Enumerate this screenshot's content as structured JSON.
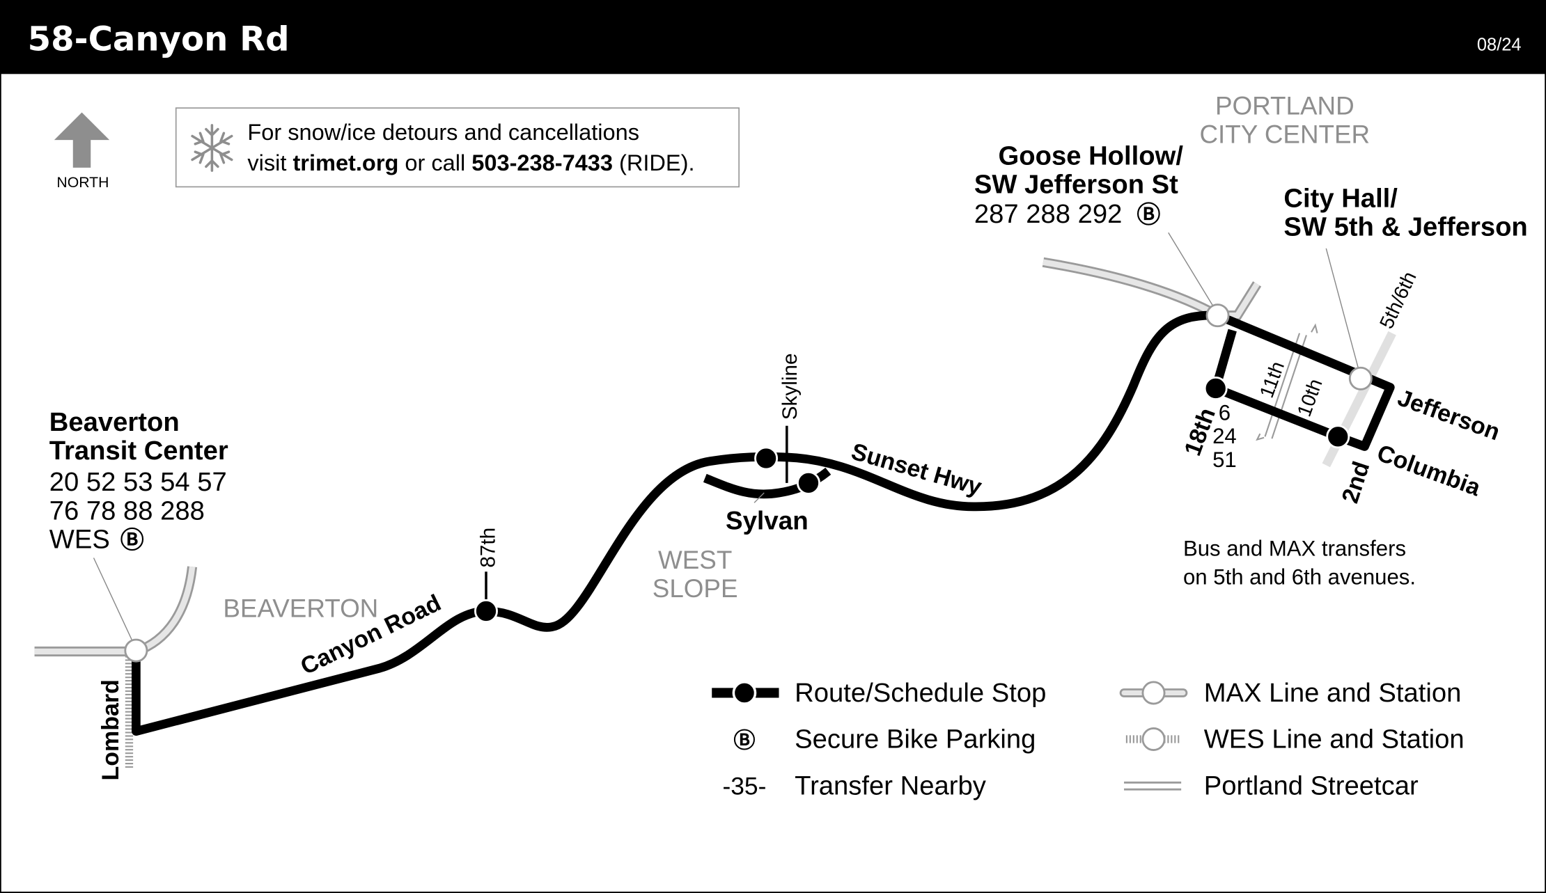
{
  "header": {
    "title": "58-Canyon Rd",
    "date": "08/24"
  },
  "north": {
    "label": "NORTH",
    "icon": "north-arrow-icon"
  },
  "notice": {
    "icon": "snowflake-icon",
    "line1": "For snow/ice detours and cancellations",
    "line2_prefix": "visit ",
    "line2_link": "trimet.org",
    "line2_mid": " or call ",
    "line2_phone": "503-238-7433",
    "line2_suffix": " (RIDE)."
  },
  "areas": {
    "portland_1": "PORTLAND",
    "portland_2": "CITY CENTER",
    "beaverton": "BEAVERTON",
    "west_slope_1": "WEST",
    "west_slope_2": "SLOPE"
  },
  "stops": {
    "beaverton_tc": {
      "name1": "Beaverton",
      "name2": "Transit Center",
      "routes1": "20 52 53 54 57",
      "routes2": "76 78 88 288",
      "routes3": "WES",
      "bike": "Ⓑ"
    },
    "goose_hollow": {
      "name1": "Goose Hollow/",
      "name2": "SW Jefferson St",
      "routes": "287 288 292",
      "bike": "Ⓑ"
    },
    "city_hall": {
      "name1": "City Hall/",
      "name2": "SW 5th & Jefferson"
    },
    "eighteenth_routes": [
      "6",
      "24",
      "51"
    ],
    "sylvan": "Sylvan"
  },
  "streets": {
    "lombard": "Lombard",
    "canyon_road": "Canyon Road",
    "87th": "87th",
    "skyline": "Skyline",
    "sunset_hwy": "Sunset Hwy",
    "18th": "18th",
    "11th": "11th",
    "10th": "10th",
    "5th_6th": "5th/6th",
    "jefferson": "Jefferson",
    "columbia": "Columbia",
    "2nd": "2nd"
  },
  "transfer_note": {
    "line1": "Bus and MAX transfers",
    "line2": "on 5th and 6th avenues."
  },
  "legend": {
    "route_stop": "Route/Schedule Stop",
    "bike_symbol": "Ⓑ",
    "bike": "Secure Bike Parking",
    "transfer_symbol": "-35-",
    "transfer": "Transfer Nearby",
    "max": "MAX Line and Station",
    "wes": "WES Line and Station",
    "streetcar": "Portland Streetcar"
  },
  "colors": {
    "route": "#000000",
    "rail": "#e6e6e6",
    "rail_edge": "#9a9a9a",
    "area_label": "#8e8e8e"
  }
}
